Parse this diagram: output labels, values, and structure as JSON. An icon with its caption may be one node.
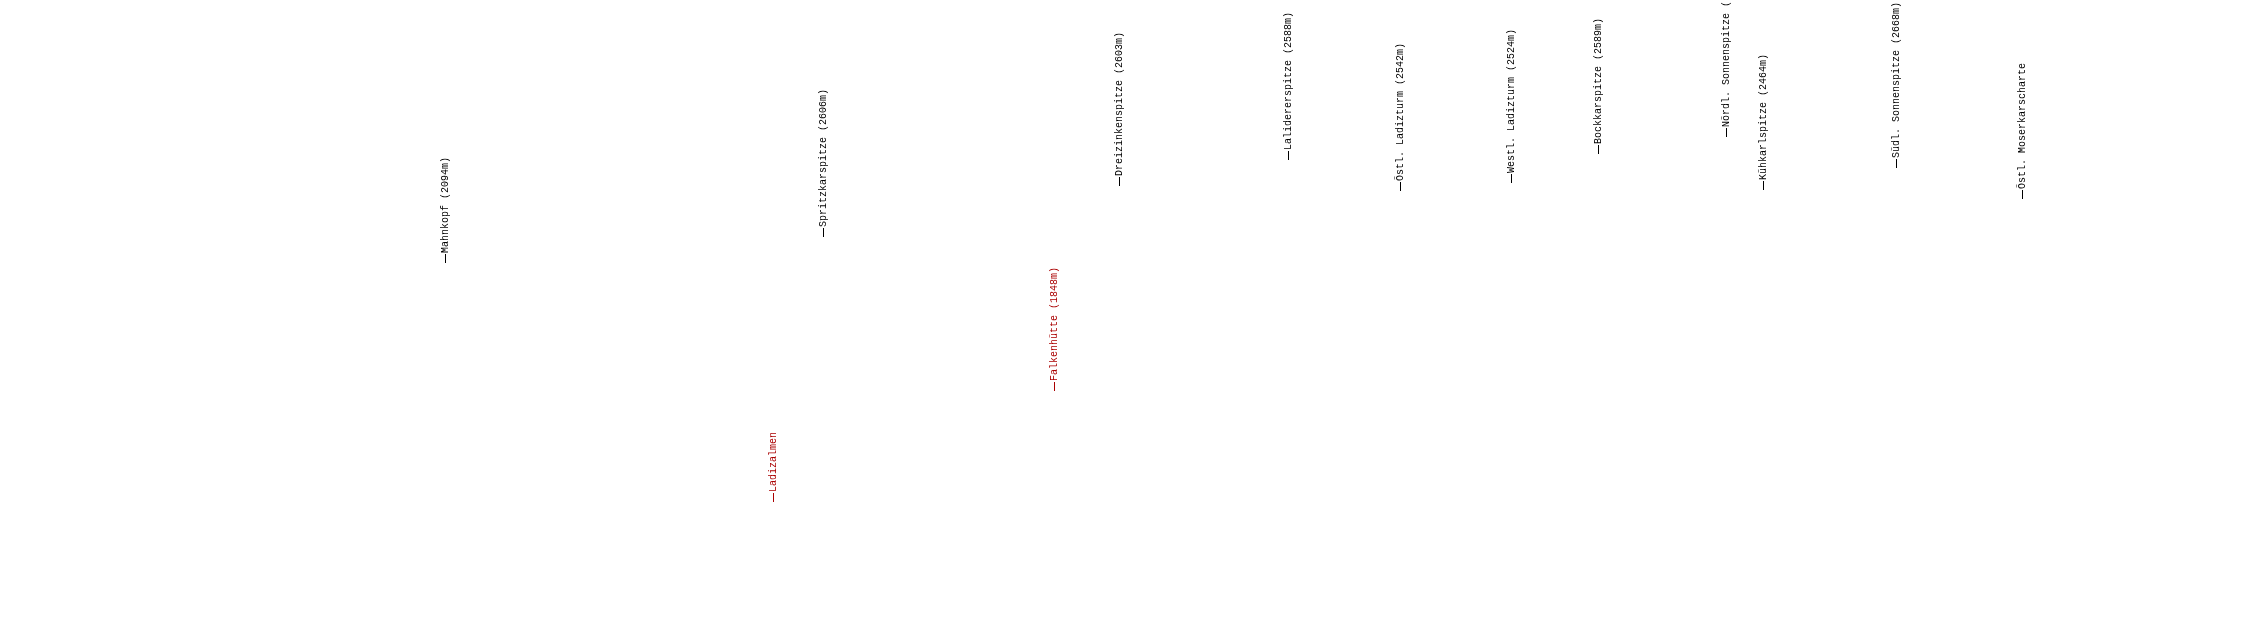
{
  "diagram": {
    "labels": [
      "Mahnkopf (2094m)",
      "Ladizalmen",
      "Spritzkarspitze (2606m)",
      "Falkenhütte (1848m)",
      "Dreizinkenspitze (2603m)",
      "Lalidererspitze (2588m)",
      "Östl. Ladizturm (2542m)",
      "Westl. Ladizturm (2524m)",
      "Bockkarspitze (2589m)",
      "Nördl. Sonnenspitze (",
      "Kühkarlspitze (2464m)",
      "Südl. Sonnenspitze (2668m)",
      "Östl. Moserkarscharte"
    ]
  }
}
